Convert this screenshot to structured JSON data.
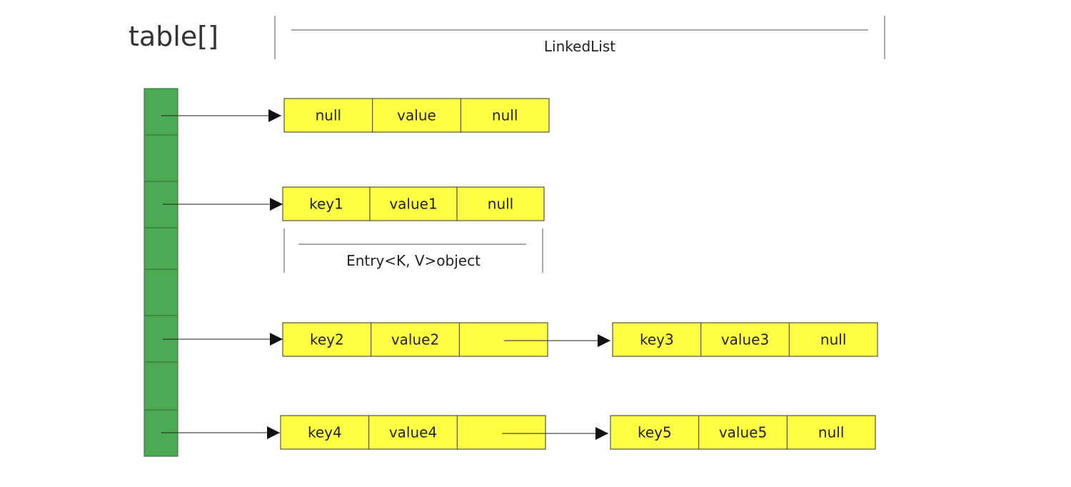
{
  "title": "table[]",
  "labels": {
    "linked_list": "LinkedList",
    "entry": "Entry<K, V>object"
  },
  "colors": {
    "table_cell": "#4caa55",
    "entry_fill": "#ffff44"
  },
  "table_cells": 8,
  "nodes": [
    {
      "fields": [
        "null",
        "value",
        "null"
      ]
    },
    {
      "fields": [
        "key1",
        "value1",
        "null"
      ]
    },
    {
      "fields": [
        "key2",
        "value2",
        ""
      ]
    },
    {
      "fields": [
        "key3",
        "value3",
        "null"
      ]
    },
    {
      "fields": [
        "key4",
        "value4",
        ""
      ]
    },
    {
      "fields": [
        "key5",
        "value5",
        "null"
      ]
    }
  ]
}
